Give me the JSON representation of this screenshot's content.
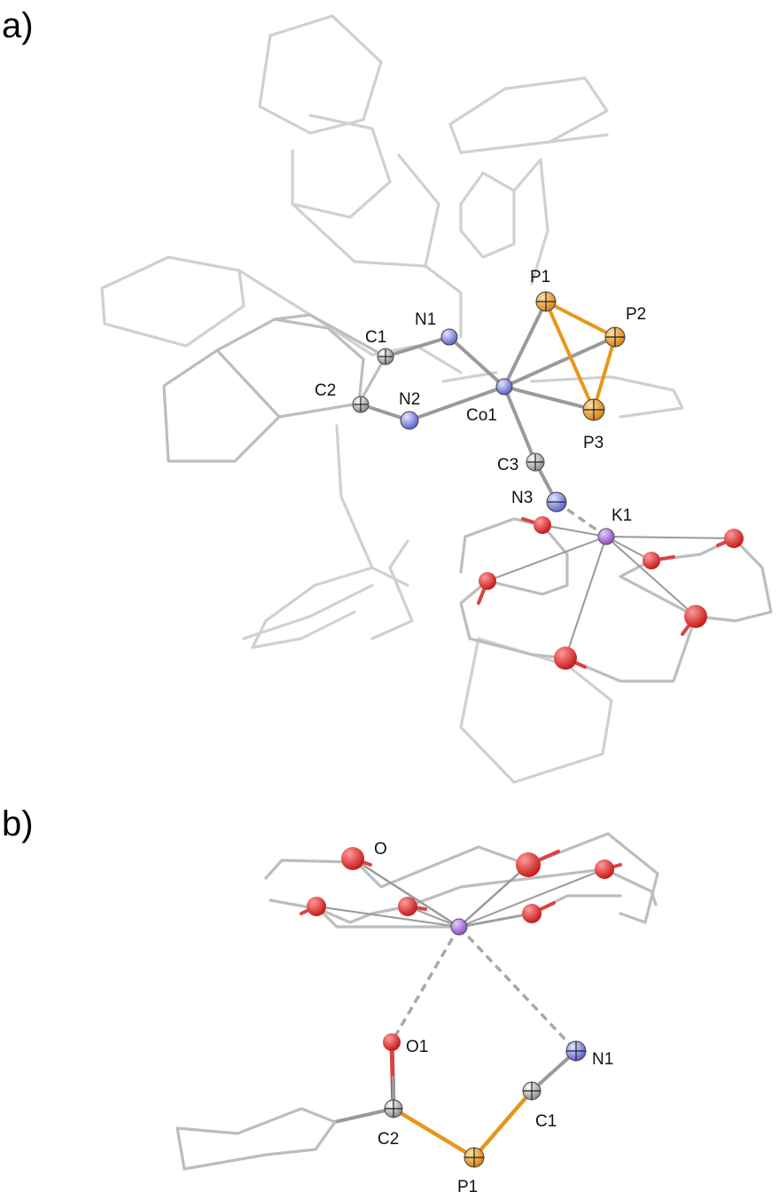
{
  "panels": {
    "a": {
      "letter": "a)",
      "labels": {
        "P1": "P1",
        "P2": "P2",
        "P3": "P3",
        "N1": "N1",
        "N2": "N2",
        "N3": "N3",
        "C1": "C1",
        "C2": "C2",
        "C3": "C3",
        "Co1": "Co1",
        "K1": "K1"
      }
    },
    "b": {
      "letter": "b)",
      "labels": {
        "O": "O",
        "O1": "O1",
        "N1": "N1",
        "C1": "C1",
        "C2": "C2",
        "P1": "P1"
      }
    }
  },
  "colors": {
    "carbon": "#b9b9b9",
    "nitrogen": "#7f86e0",
    "phosphorus": "#e8961a",
    "oxygen": "#e23030",
    "cobalt": "#6f78d8",
    "potassium": "#a463d6"
  }
}
